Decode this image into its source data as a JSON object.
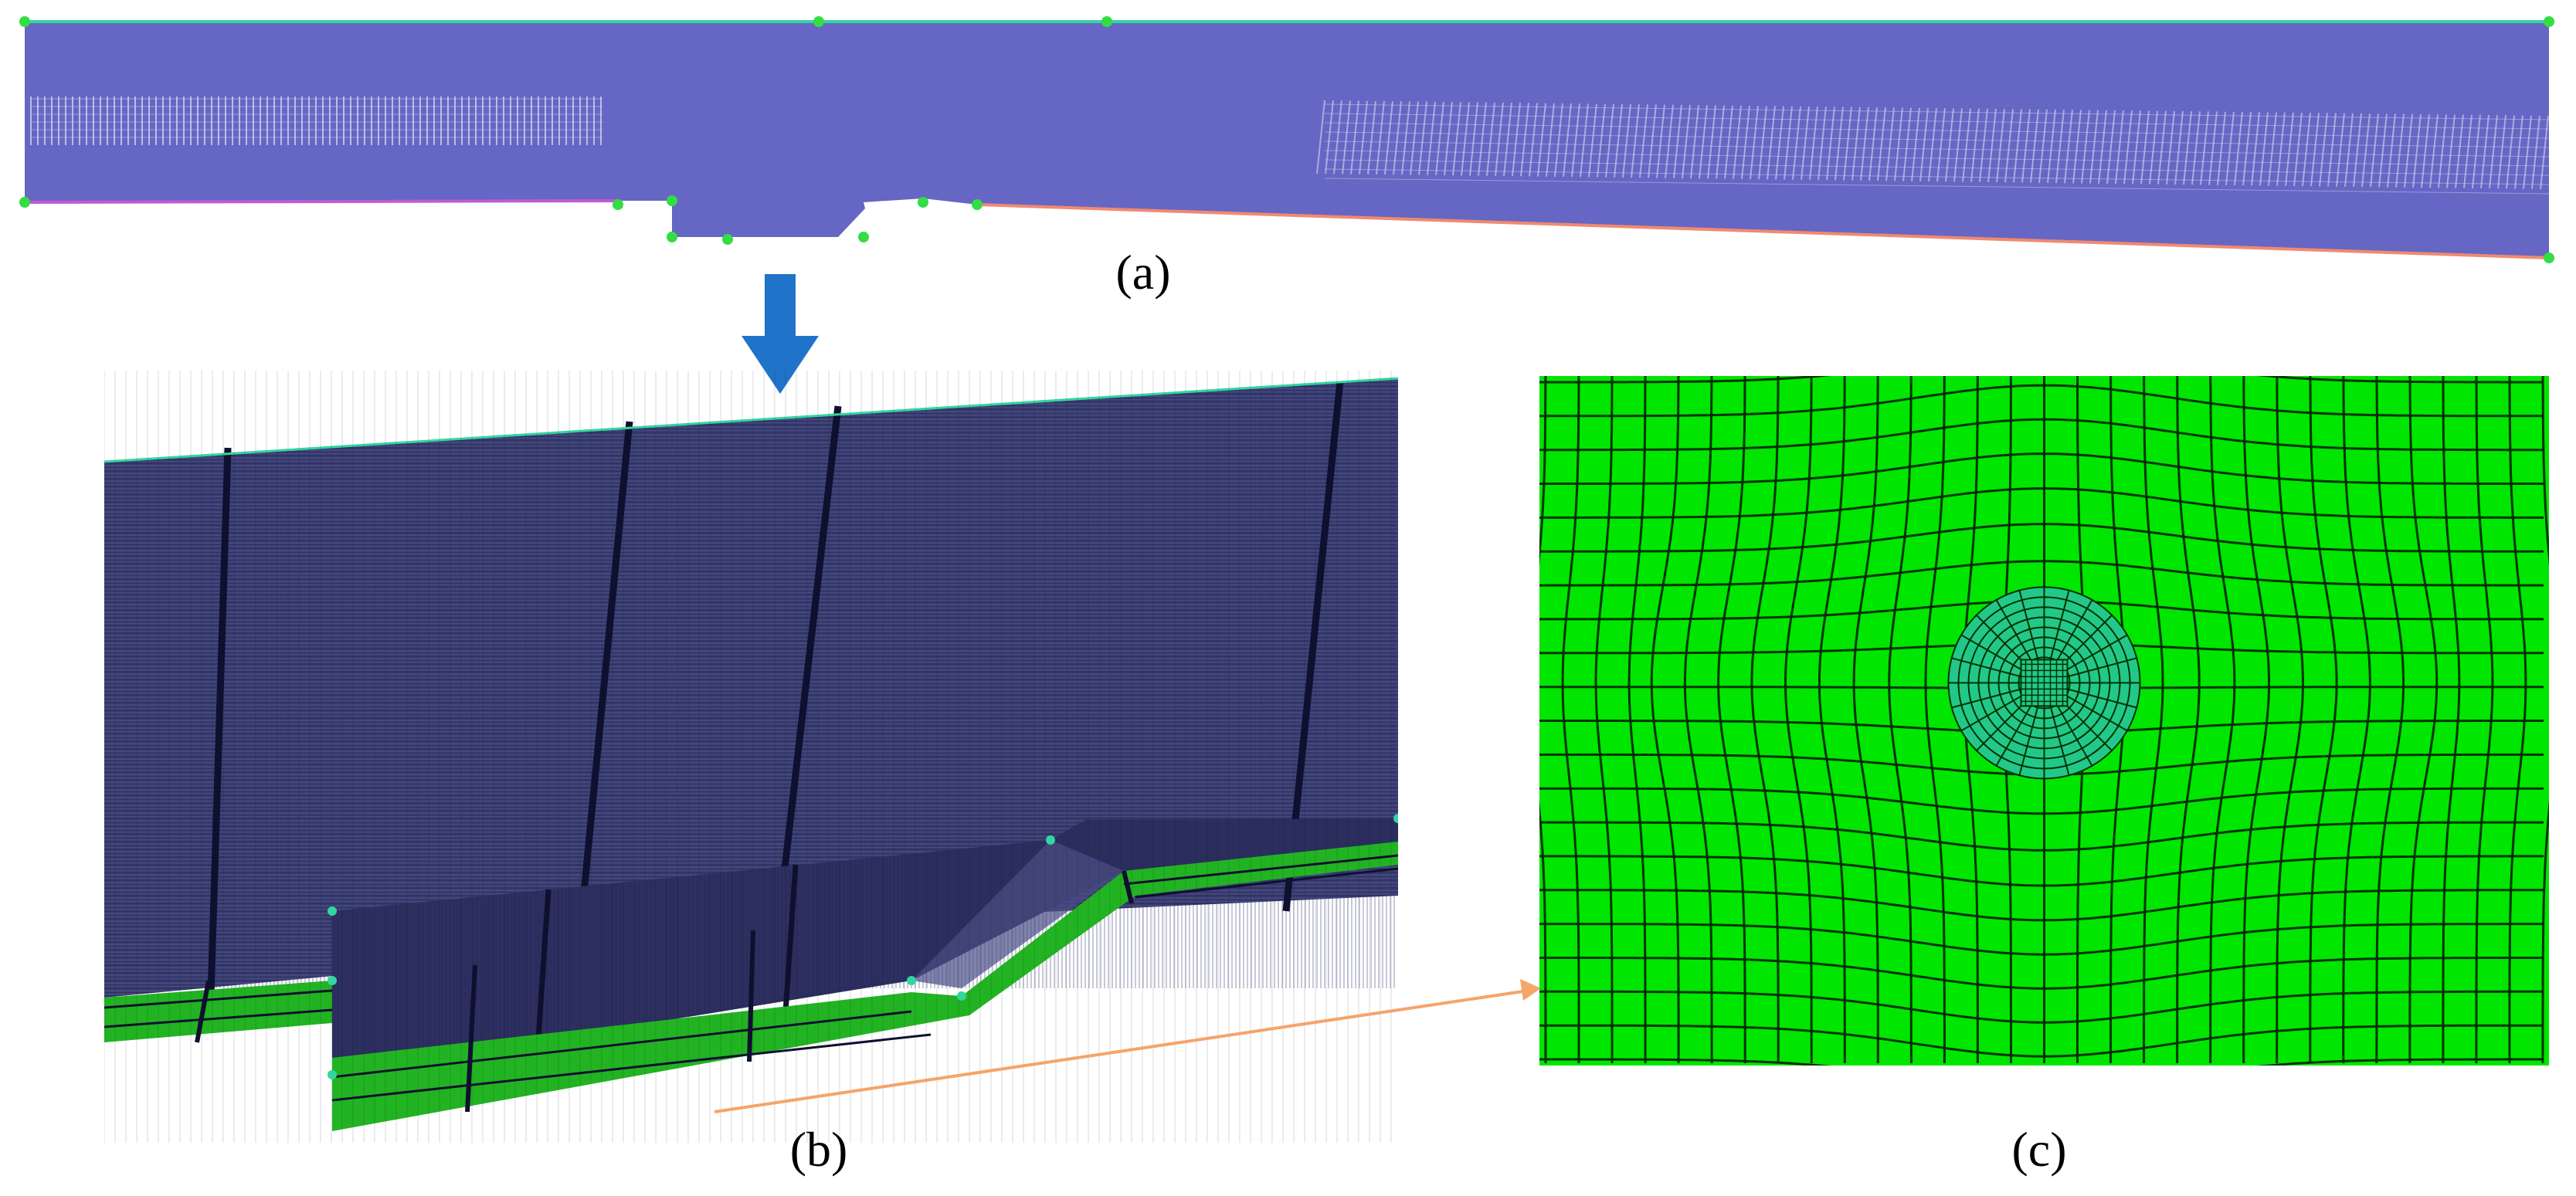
{
  "figure": {
    "captions": {
      "a": "(a)",
      "b": "(b)",
      "c": "(c)"
    },
    "colors": {
      "domain_fill": "#6666c4",
      "domain_fine_mesh": "#d9d9f2",
      "top_edge": "#33d6a0",
      "bottom_edge_left": "#c05ad6",
      "bottom_edge_right": "#f08a70",
      "vertex_marker": "#33dd44",
      "arrow_blue": "#1f73c8",
      "mesh3d_surface": "#2b2d5c",
      "mesh3d_band": "#4a4f86",
      "mesh3d_grid": "#3a3c72",
      "mesh3d_edge": "#0f1030",
      "mesh3d_green": "#22b322",
      "mesh2d_fill": "#00e600",
      "mesh2d_line": "#003300",
      "mesh2d_center": "#22c88a",
      "connector_orange": "#f5a46a"
    },
    "icons": {
      "down_arrow": "down-arrow-icon",
      "pointer_arrow": "orange-arrow-icon"
    }
  }
}
